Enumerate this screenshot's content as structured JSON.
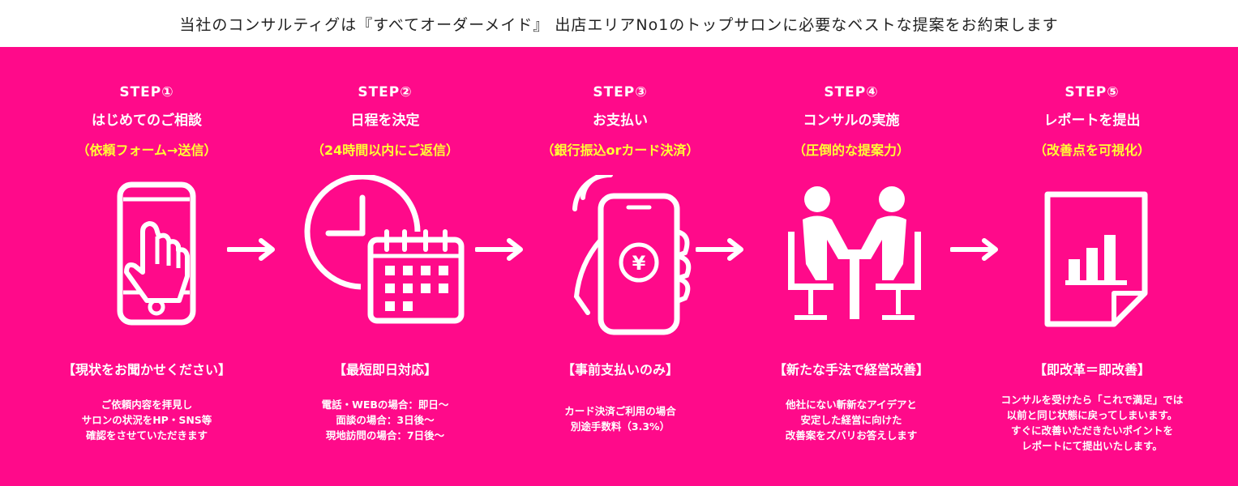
{
  "header": {
    "text": "当社のコンサルティグは『すべてオーダーメイド』 出店エリアNo1のトップサロンに必要なベストな提案をお約束します"
  },
  "colors": {
    "panel": "#ff0a8a",
    "text": "#ffffff",
    "highlight": "#ffff33"
  },
  "steps": [
    {
      "no": "STEP①",
      "title": "はじめてのご相談",
      "sub": "（依頼フォーム→送信）",
      "icon": "smartphone-tap-icon",
      "head": "【現状をお聞かせください】",
      "desc": [
        "ご依頼内容を拝見し",
        "サロンの状況をHP・SNS等",
        "確認をさせていただきます"
      ]
    },
    {
      "no": "STEP②",
      "title": "日程を決定",
      "sub": "（24時間以内にご返信）",
      "icon": "clock-calendar-icon",
      "head": "【最短即日対応】",
      "desc": [
        "電話・WEBの場合：即日〜",
        "面談の場合：3日後〜",
        "現地訪問の場合：7日後〜"
      ]
    },
    {
      "no": "STEP③",
      "title": "お支払い",
      "sub": "（銀行振込orカード決済）",
      "icon": "phone-payment-icon",
      "head": "【事前支払いのみ】",
      "desc": [
        "カード決済ご利用の場合",
        "別途手数料（3.3%）"
      ]
    },
    {
      "no": "STEP④",
      "title": "コンサルの実施",
      "sub": "（圧倒的な提案力）",
      "icon": "meeting-icon",
      "head": "【新たな手法で経営改善】",
      "desc": [
        "他社にない斬新なアイデアと",
        "安定した経営に向けた",
        "改善案をズバリお答えします"
      ]
    },
    {
      "no": "STEP⑤",
      "title": "レポートを提出",
      "sub": "（改善点を可視化）",
      "icon": "report-chart-icon",
      "head": "【即改革＝即改善】",
      "desc": [
        "コンサルを受けたら「これで満足」では",
        "以前と同じ状態に戻ってしまいます。",
        "すぐに改善いただきたいポイントを",
        "レポートにて提出いたします。"
      ]
    }
  ]
}
